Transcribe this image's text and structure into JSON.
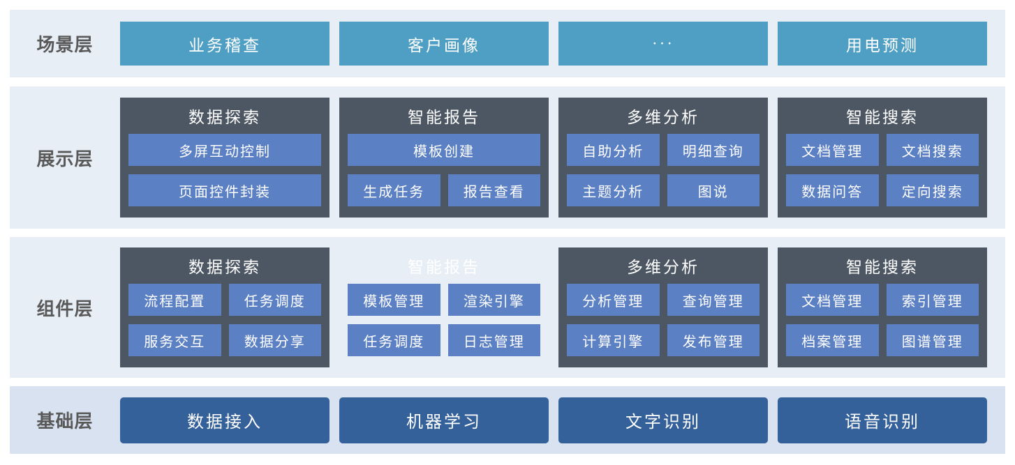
{
  "colors": {
    "band_bg": "#e8eef6",
    "band4_bg": "#d8e2f0",
    "scenario_btn": "#4f9fc4",
    "group_box": "#4c5763",
    "item_btn": "#5c80c4",
    "base_btn": "#35619b",
    "label_text": "#595959",
    "node_text": "#ffffff"
  },
  "layers": [
    {
      "label": "场景层",
      "items": [
        "业务稽查",
        "客户画像",
        "···",
        "用电预测"
      ]
    },
    {
      "label": "展示层",
      "groups": [
        {
          "title": "数据探索",
          "rows": [
            [
              "多屏互动控制"
            ],
            [
              "页面控件封装"
            ]
          ]
        },
        {
          "title": "智能报告",
          "rows": [
            [
              "模板创建"
            ],
            [
              "生成任务",
              "报告查看"
            ]
          ]
        },
        {
          "title": "多维分析",
          "rows": [
            [
              "自助分析",
              "明细查询"
            ],
            [
              "主题分析",
              "图说"
            ]
          ]
        },
        {
          "title": "智能搜索",
          "rows": [
            [
              "文档管理",
              "文档搜索"
            ],
            [
              "数据问答",
              "定向搜索"
            ]
          ]
        }
      ]
    },
    {
      "label": "组件层",
      "groups": [
        {
          "title": "数据探索",
          "rows": [
            [
              "流程配置",
              "任务调度"
            ],
            [
              "服务交互",
              "数据分享"
            ]
          ]
        },
        {
          "title": "智能报告",
          "ghost": true,
          "rows": [
            [
              "模板管理",
              "渲染引擎"
            ],
            [
              "任务调度",
              "日志管理"
            ]
          ]
        },
        {
          "title": "多维分析",
          "rows": [
            [
              "分析管理",
              "查询管理"
            ],
            [
              "计算引擎",
              "发布管理"
            ]
          ]
        },
        {
          "title": "智能搜索",
          "rows": [
            [
              "文档管理",
              "索引管理"
            ],
            [
              "档案管理",
              "图谱管理"
            ]
          ]
        }
      ]
    },
    {
      "label": "基础层",
      "items": [
        "数据接入",
        "机器学习",
        "文字识别",
        "语音识别"
      ]
    }
  ]
}
